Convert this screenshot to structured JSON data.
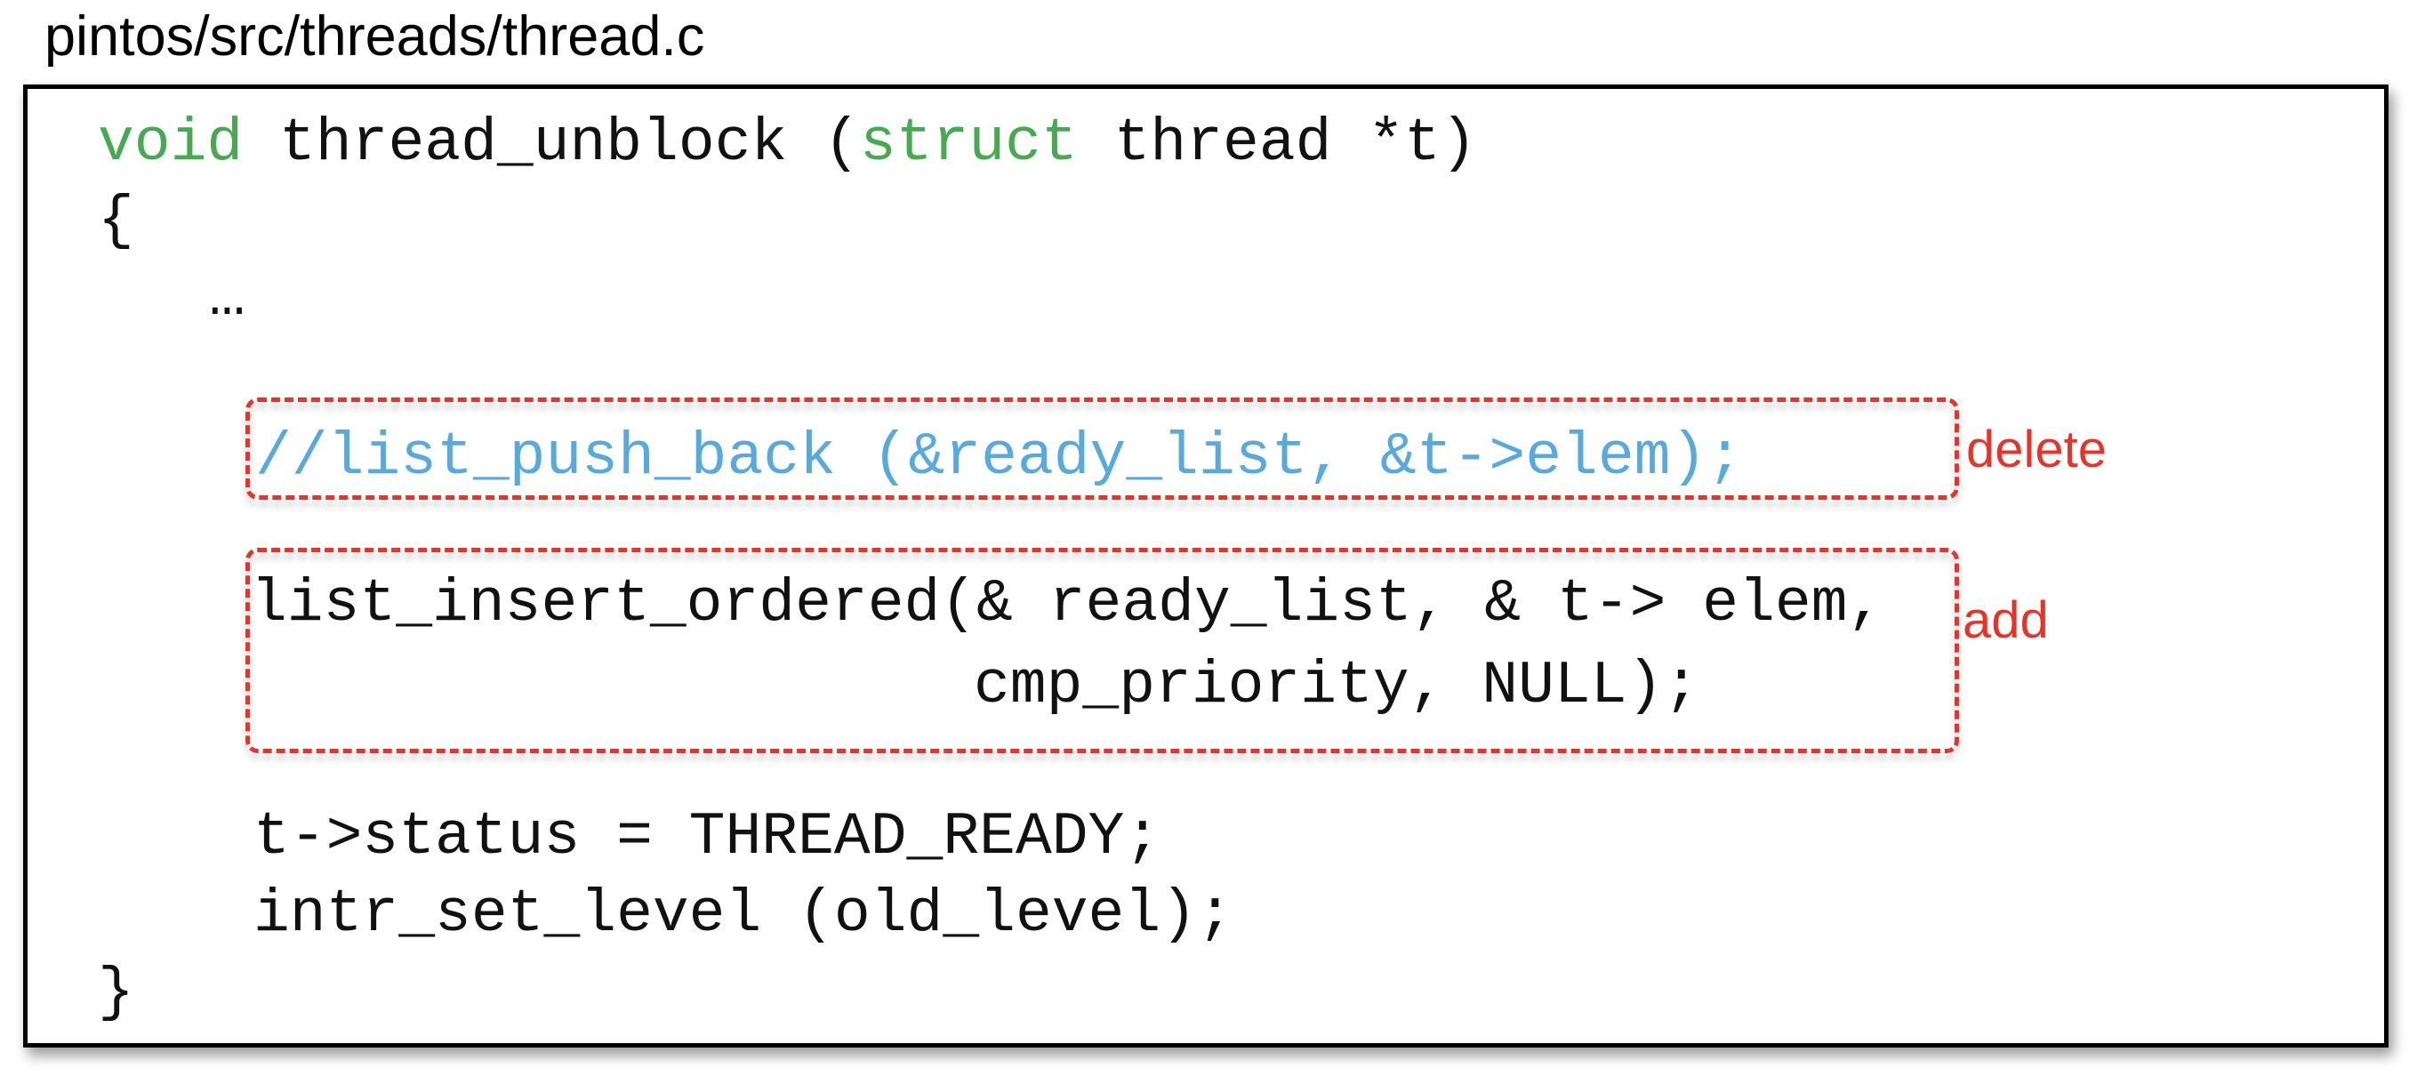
{
  "header": {
    "file_path": "pintos/src/threads/thread.c"
  },
  "code": {
    "signature": {
      "void_kw": "void",
      "fn_part": " thread_unblock (",
      "struct_kw": "struct",
      "tail_part": " thread *t)"
    },
    "open_brace": "{",
    "ellipsis": "…",
    "deleted_line": "//list_push_back (&ready_list, &t->elem);",
    "added_line_1": "list_insert_ordered(& ready_list, & t-> elem,",
    "added_line_2": "cmp_priority, NULL);",
    "status_line": "t->status = THREAD_READY;",
    "intr_line": "intr_set_level (old_level);",
    "close_brace": "}"
  },
  "annotations": {
    "delete_label": "delete",
    "add_label": "add"
  },
  "colors": {
    "keyword_green": "#47a952",
    "comment_blue": "#58a9dd",
    "annotation_red": "#e5352b",
    "code_black": "#111111",
    "frame_border": "#000000"
  }
}
